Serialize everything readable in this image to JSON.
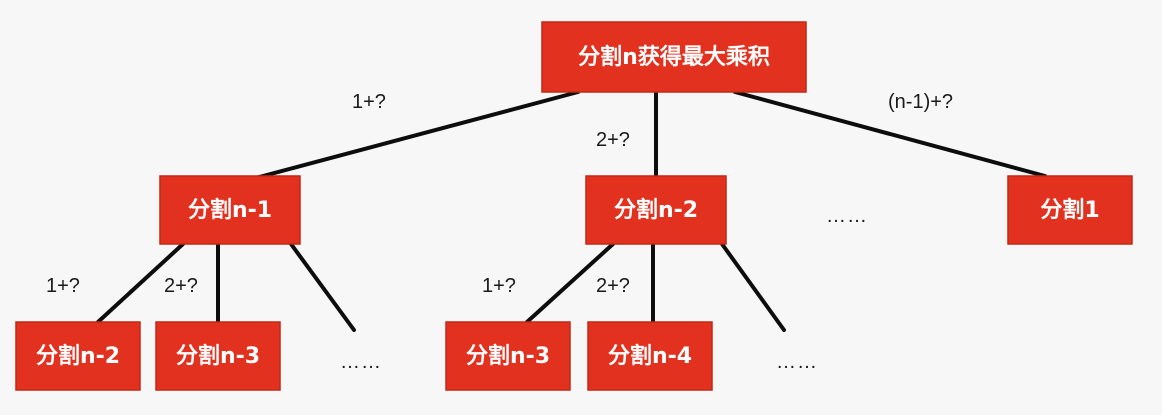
{
  "root": {
    "label": "分割n获得最大乘积"
  },
  "level1": {
    "left": {
      "label": "分割n-1",
      "edge_label": "1+?"
    },
    "middle": {
      "label": "分割n-2",
      "edge_label": "2+?"
    },
    "right": {
      "label": "分割1",
      "edge_label": "(n-1)+?"
    },
    "ellipsis": "……"
  },
  "level2": {
    "left_group": {
      "first": {
        "label": "分割n-2",
        "edge_label": "1+?"
      },
      "second": {
        "label": "分割n-3",
        "edge_label": "2+?"
      },
      "ellipsis": "……"
    },
    "middle_group": {
      "first": {
        "label": "分割n-3",
        "edge_label": "1+?"
      },
      "second": {
        "label": "分割n-4",
        "edge_label": "2+?"
      },
      "ellipsis": "……"
    }
  },
  "colors": {
    "node_fill": "#e3311f",
    "edge": "#0d0d0d",
    "background": "#f7f7f7"
  }
}
